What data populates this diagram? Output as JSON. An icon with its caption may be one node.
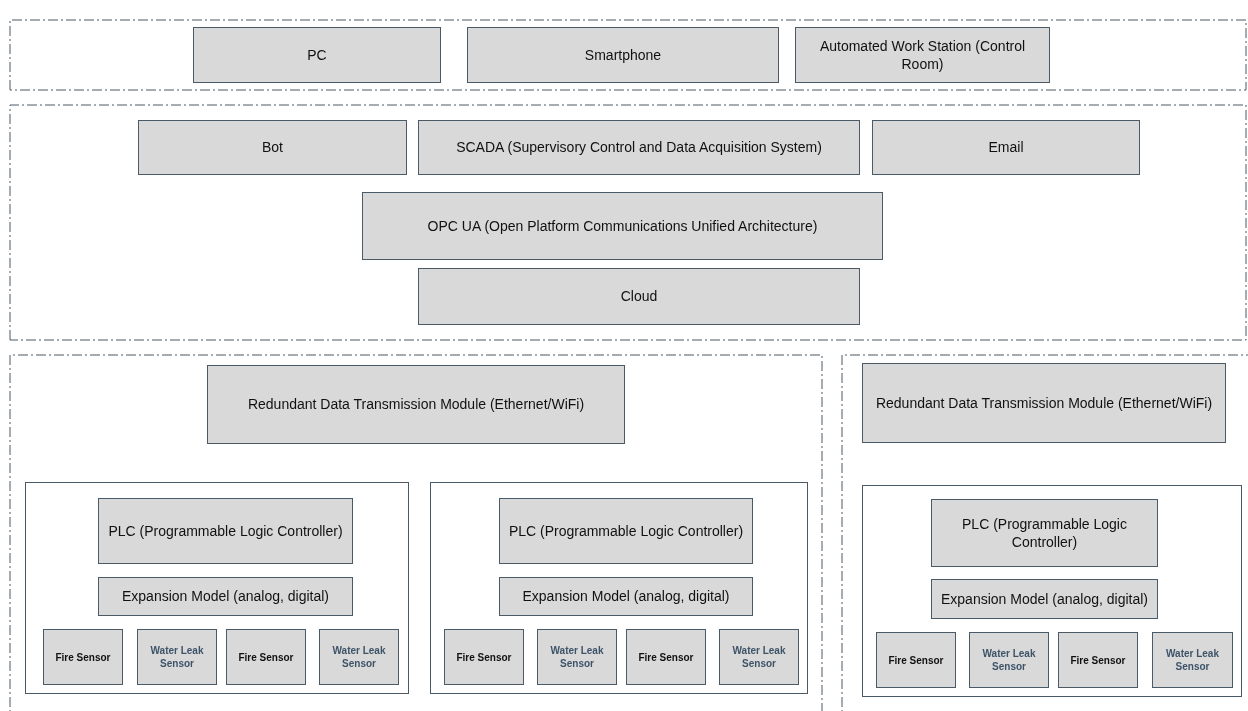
{
  "diagram": {
    "nodes": [
      {
        "text": [],
        "shape": "box"
      },
      {
        "text": [
          "PC"
        ],
        "in": 0
      },
      {
        "text": [
          "Smartphone"
        ],
        "in": 0
      },
      {
        "text": [
          "Automated Work Station (Control Room)"
        ],
        "in": 0
      },
      {
        "text": [],
        "shape": "box"
      },
      {
        "text": [
          "Bot"
        ],
        "in": 4
      },
      {
        "text": [
          "SCADA (Supervisory Control and Data Acquisition System)"
        ],
        "in": 4
      },
      {
        "text": [
          "Email"
        ],
        "in": 4
      },
      {
        "text": [
          "OPC UA (Open Platform Communications Unified Architecture)"
        ],
        "in": 4
      },
      {
        "text": [
          "Cloud"
        ],
        "in": 4
      },
      {
        "text": [],
        "shape": "box"
      },
      {
        "text": [
          "Redundant Data Transmission Module (Ethernet/WiFi)"
        ],
        "in": 10
      },
      {
        "text": [],
        "shape": "box",
        "in": 10
      },
      {
        "text": [
          "PLC (Programmable Logic Controller)"
        ],
        "in": 12
      },
      {
        "text": [
          "Expansion Model (analog, digital)"
        ],
        "in": 12
      },
      {
        "text": [
          "Fire Sensor"
        ],
        "in": 12
      },
      {
        "text": [
          "Water Leak Sensor"
        ],
        "in": 12
      },
      {
        "text": [
          "Fire Sensor"
        ],
        "in": 12
      },
      {
        "text": [
          "Water Leak Sensor"
        ],
        "in": 12
      },
      {
        "text": [],
        "shape": "box",
        "in": 10
      },
      {
        "text": [
          "PLC (Programmable Logic Controller)"
        ],
        "in": 19
      },
      {
        "text": [
          "Expansion Model (analog, digital)"
        ],
        "in": 19
      },
      {
        "text": [
          "Fire Sensor"
        ],
        "in": 19
      },
      {
        "text": [
          "Water Leak Sensor"
        ],
        "in": 19
      },
      {
        "text": [
          "Fire Sensor"
        ],
        "in": 19
      },
      {
        "text": [
          "Water Leak Sensor"
        ],
        "in": 19
      },
      {
        "text": [],
        "shape": "box"
      },
      {
        "text": [
          "Redundant Data Transmission Module (Ethernet/WiFi)"
        ],
        "in": 26
      },
      {
        "text": [],
        "shape": "box",
        "in": 26
      },
      {
        "text": [
          "PLC (Programmable Logic Controller)"
        ],
        "in": 28
      },
      {
        "text": [
          "Expansion Model (analog, digital)"
        ],
        "in": 28
      },
      {
        "text": [
          "Fire Sensor"
        ],
        "in": 28
      },
      {
        "text": [
          "Water Leak Sensor"
        ],
        "in": 28
      },
      {
        "text": [
          "Fire Sensor"
        ],
        "in": 28
      },
      {
        "text": [
          "Water Leak Sensor"
        ],
        "in": 28
      }
    ]
  }
}
